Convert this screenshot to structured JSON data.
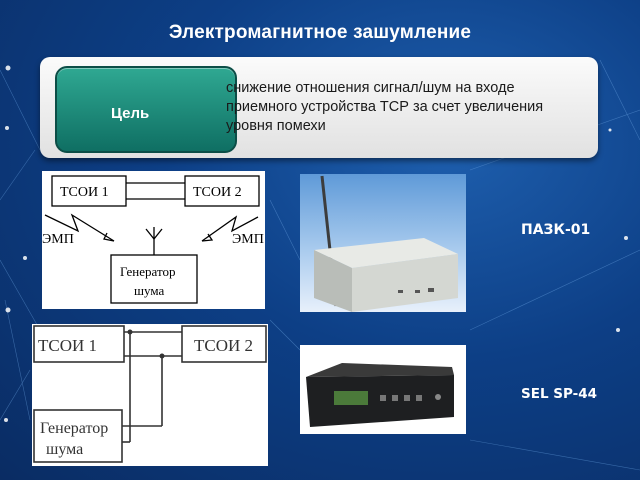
{
  "title": "Электромагнитное зашумление",
  "goal": {
    "label": "Цель",
    "text": "снижение отношения сигнал/шум на входе приемного устройства ТСР за счет увеличения уровня помехи"
  },
  "diagram_top": {
    "box_left": "ТСОИ 1",
    "box_right": "ТСОИ 2",
    "emp_left": "ЭМП",
    "emp_right": "ЭМП",
    "generator_line1": "Генератор",
    "generator_line2": "шума"
  },
  "diagram_bottom": {
    "box_left": "ТСОИ 1",
    "box_right": "ТСОИ 2",
    "generator_line1": "Генератор",
    "generator_line2": "шума"
  },
  "products": {
    "first": "ПАЗК-01",
    "second": "SEL SP-44"
  },
  "colors": {
    "background": "#0d3f86",
    "goal_box": "#1a8a79",
    "banner": "#f2f2f2"
  }
}
